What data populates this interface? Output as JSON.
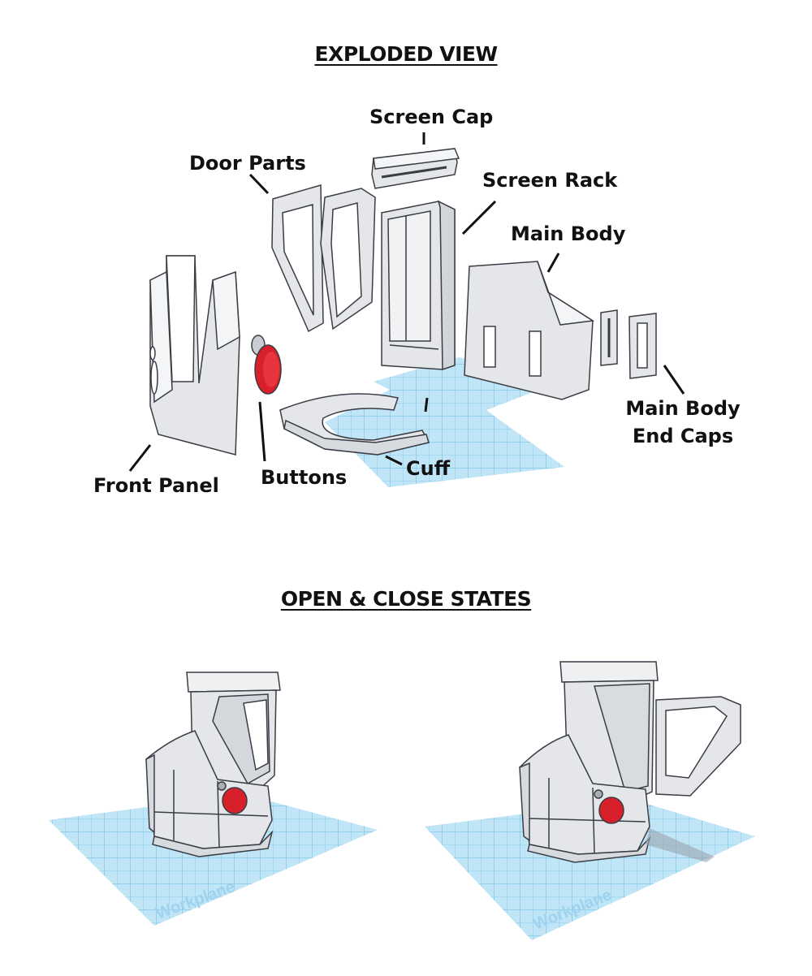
{
  "headings": {
    "exploded": "EXPLODED VIEW",
    "states": "OPEN & CLOSE STATES"
  },
  "labels": {
    "screen_cap": "Screen Cap",
    "door_parts": "Door Parts",
    "screen_rack": "Screen Rack",
    "main_body": "Main Body",
    "main_body_end_caps_1": "Main Body",
    "main_body_end_caps_2": "End Caps",
    "front_panel": "Front Panel",
    "buttons": "Buttons",
    "cuff": "Cuff"
  },
  "workplane": {
    "label_left": "Workplane",
    "label_right": "Workplane"
  },
  "colors": {
    "part_fill": "#e4e6e9",
    "part_stroke": "#3a3d44",
    "button_red": "#d8202a",
    "workplane": "#a9dcf3",
    "grid": "#7cc6ea"
  }
}
